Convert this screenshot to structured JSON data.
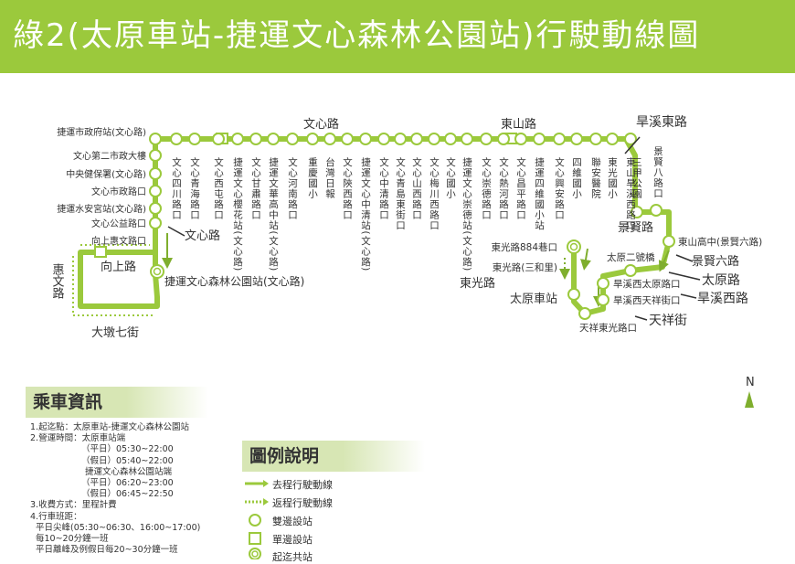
{
  "title": "綠2(太原車站-捷運文心森林公園站)行駛動線圖",
  "streets": {
    "wenxin_road": "文心路",
    "dongshan_road": "東山路",
    "hanxi_east_road": "旱溪東路",
    "jingxian_road": "景賢路",
    "jingxian_6th_road": "景賢六路",
    "taiyuan_road": "太原路",
    "hanxi_west_road": "旱溪西路",
    "tianxiang_street": "天祥街",
    "dongguang_road": "東光路",
    "taiyuan_station": "太原車站",
    "wenxin_road_2": "文心路",
    "xiangshang_road": "向上路",
    "huiwen_road": "惠文路",
    "dadun_7th_street": "大墩七街"
  },
  "stops_top": [
    "文心四川路口",
    "文心青海路口",
    "文心西屯路口",
    "捷運文心櫻花站(文心路)",
    "文心甘肅路口",
    "捷運文華高中站(文心路)",
    "文心河南路口",
    "重慶國小",
    "台灣日報",
    "文心陝西路口",
    "捷運文心中清站(文心路)",
    "文心中清路口",
    "文心青島東街口",
    "文心山西路口",
    "文心梅川西路口",
    "文心國小",
    "捷運文心崇德站(文心路)",
    "文心崇德路口",
    "文心熱河路口",
    "文心昌平路口",
    "捷運四維國小站",
    "文心興安路口",
    "四維國小",
    "聯安醫院",
    "東光國小",
    "東山旱溪西路口"
  ],
  "stops_left": [
    "捷運市政府站(文心路)",
    "文心第二市政大樓",
    "中央健保署(文心路)",
    "文心市政路口",
    "捷運水安宮站(文心路)",
    "文心公益路口",
    "向上惠文路口"
  ],
  "stops_right": [
    "景賢八路口",
    "三甲公園",
    "東山高中(景賢六路)",
    "太原二號橋",
    "旱溪西太原路口",
    "旱溪西天祥街口",
    "天祥東光路口"
  ],
  "stops_east_misc": [
    "東光路884巷口",
    "東光路(三和里)"
  ],
  "terminal_west": "捷運文心森林公園站(文心路)",
  "north_label": "N",
  "info": {
    "heading": "乘車資訊",
    "lines": [
      "1.起迄點：太原車站-捷運文心森林公園站",
      "2.營運時間：太原車站端",
      "（平日）05:30~22:00",
      "（假日）05:40~22:00",
      "捷運文心森林公園站端",
      "（平日）06:20~23:00",
      "（假日）06:45~22:50",
      "3.收費方式：里程計費",
      "4.行車班距：",
      "平日尖峰(05:30~06:30、16:00~17:00)",
      "每10~20分鐘一班",
      "平日離峰及例假日每20~30分鐘一班"
    ]
  },
  "legend": {
    "heading": "圖例說明",
    "items": [
      "去程行駛動線",
      "返程行駛動線",
      "雙邊設站",
      "單邊設站",
      "起迄共站"
    ]
  },
  "colors": {
    "header": "#9bc93c",
    "route": "#9bc93c",
    "route_dark": "#7fae2e",
    "info_band": "#d7e6b4"
  }
}
